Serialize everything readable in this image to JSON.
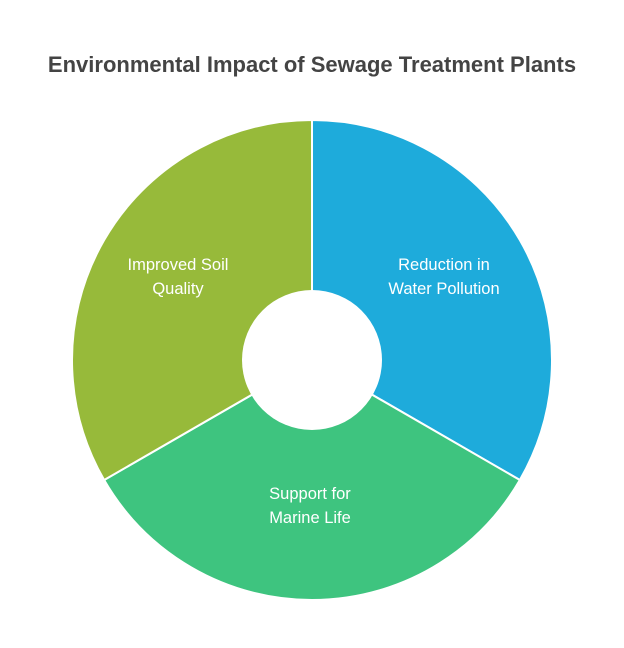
{
  "title": "Environmental Impact of Sewage Treatment Plants",
  "segments": [
    {
      "label_lines": [
        "Reduction in",
        "Water Pollution"
      ],
      "color": "#1eabdb",
      "share": 1
    },
    {
      "label_lines": [
        "Support for",
        "Marine Life"
      ],
      "color": "#3ec47f",
      "share": 1
    },
    {
      "label_lines": [
        "Improved Soil",
        "Quality"
      ],
      "color": "#97ba3a",
      "share": 1
    }
  ]
}
